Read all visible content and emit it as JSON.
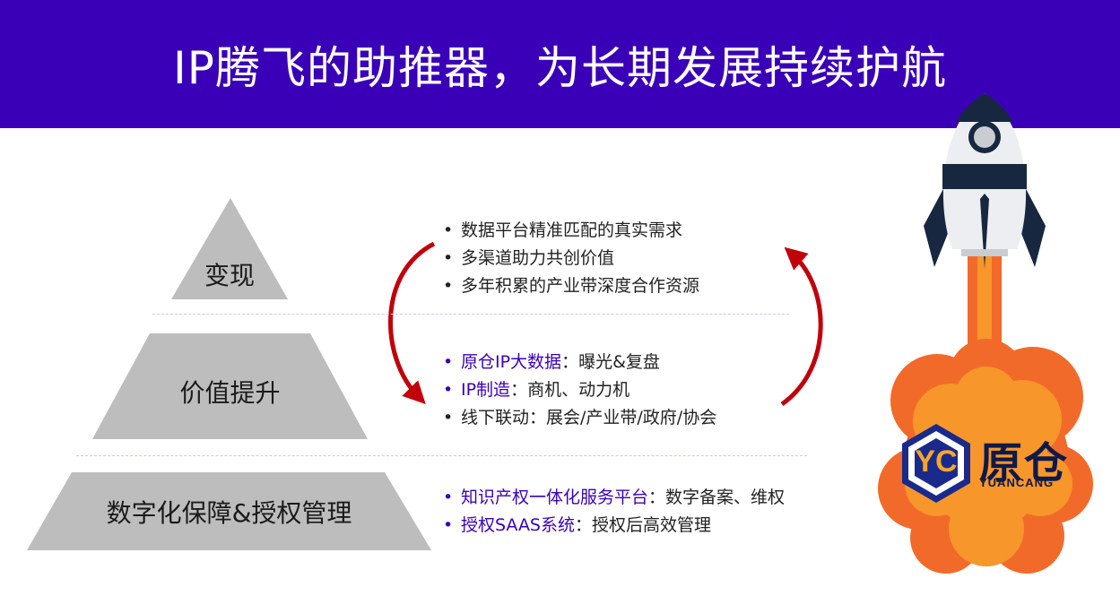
{
  "header": {
    "title": "IP腾飞的助推器，为长期发展持续护航"
  },
  "pyramid": {
    "top": "变现",
    "middle": "价值提升",
    "bottom": "数字化保障&授权管理"
  },
  "groups": {
    "top": [
      {
        "highlight": "",
        "text": "数据平台精准匹配的真实需求"
      },
      {
        "highlight": "",
        "text": "多渠道助力共创价值"
      },
      {
        "highlight": "",
        "text": "多年积累的产业带深度合作资源"
      }
    ],
    "middle": [
      {
        "highlight": "原仓IP大数据",
        "text": "：曝光&复盘"
      },
      {
        "highlight": "IP制造",
        "text": "：商机、动力机"
      },
      {
        "highlight": "",
        "text": "线下联动：展会/产业带/政府/协会"
      }
    ],
    "bottom": [
      {
        "highlight": "知识产权一体化服务平台",
        "text": "：数字备案、维权"
      },
      {
        "highlight": "授权SAAS系统",
        "text": "：授权后高效管理"
      }
    ]
  },
  "logo": {
    "mark": "YC",
    "name_cn": "原仓",
    "name_en": "YUANCANG"
  },
  "colors": {
    "brand": "#3a00b8",
    "pyramid": "#bdbdbd",
    "arrow": "#c0000b",
    "flame_outer": "#f26a2a",
    "flame_inner": "#f7962a",
    "rocket_dark": "#17273f"
  }
}
